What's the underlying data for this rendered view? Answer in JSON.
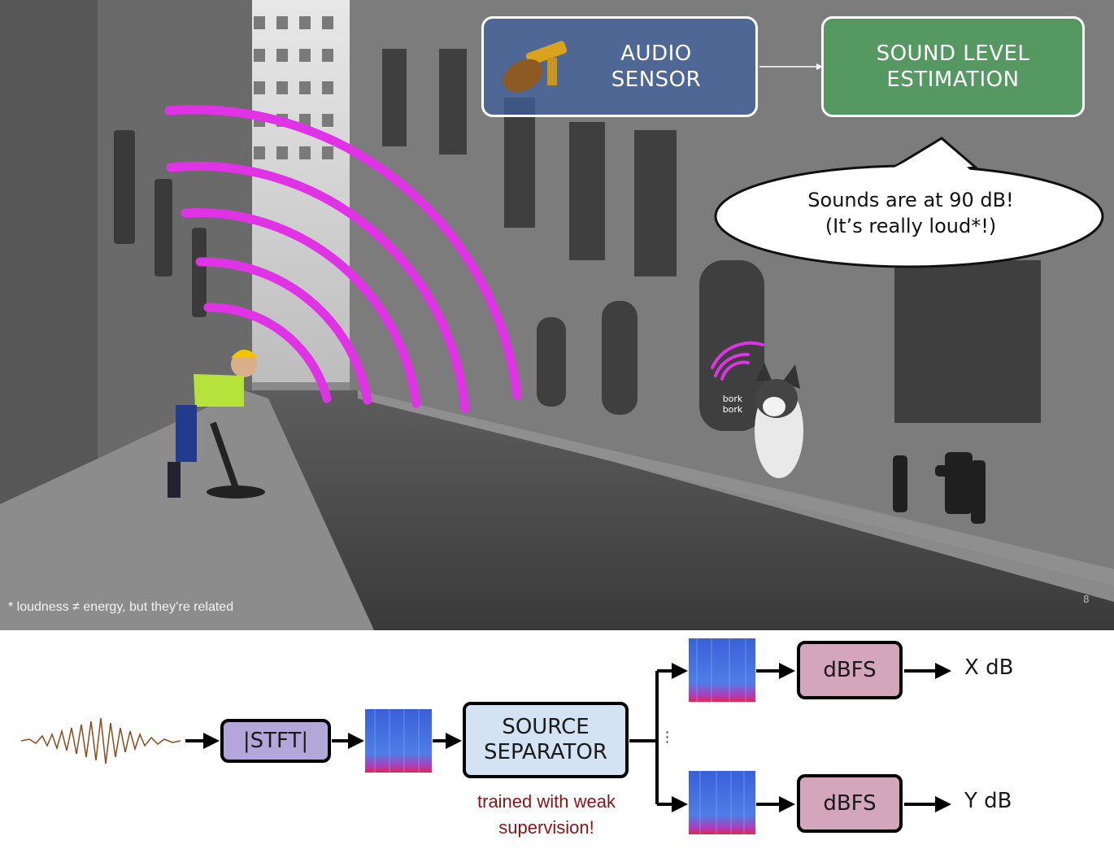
{
  "scene": {
    "sensor_label": "AUDIO\nSENSOR",
    "estimation_label": "SOUND LEVEL\nESTIMATION",
    "speech_line1": "Sounds are at 90 dB!",
    "speech_line2": "(It’s really loud*!)",
    "dog_sound": "bork\nbork",
    "footnote": "* loudness ≠ energy, but they’re related",
    "page_number": "8",
    "wave_color": "#e033e6",
    "sensor_color": "#3e60a0",
    "estimation_color": "#4ca05a"
  },
  "pipeline": {
    "stft_label": "|STFT|",
    "separator_label": "SOURCE\nSEPARATOR",
    "dbfs_top_label": "dBFS",
    "dbfs_bottom_label": "dBFS",
    "output_top": "X dB",
    "output_bottom": "Y dB",
    "note_line1": "trained with weak",
    "note_line2": "supervision!",
    "stft_color": "#b3a6d8",
    "separator_color": "#d4e3f4",
    "dbfs_color": "#d4a6bb",
    "note_color": "#8a1414"
  }
}
